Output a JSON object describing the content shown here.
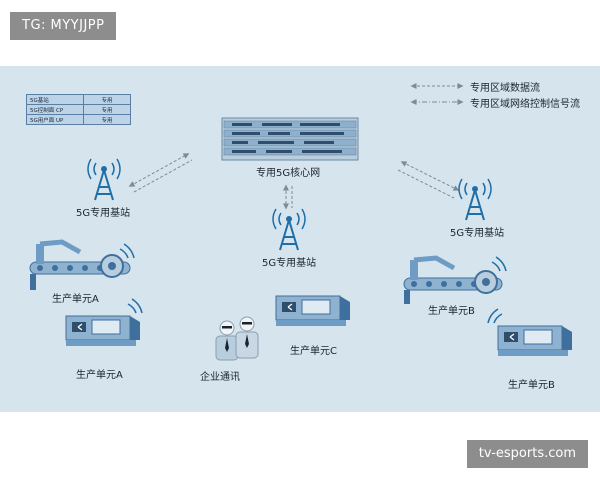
{
  "watermark_top": "TG: MYYJJPP",
  "watermark_bottom": "tv-esports.com",
  "legend": {
    "data_flow": "专用区域数据流",
    "control_flow": "专用区域网络控制信号流"
  },
  "table": [
    {
      "name": "5G基站",
      "value": "专用"
    },
    {
      "name": "5G控制面 CP",
      "value": "专用"
    },
    {
      "name": "5G用户面 UP",
      "value": "专用"
    }
  ],
  "core_network": "专用5G核心网",
  "base_station_left": "5G专用基站",
  "base_station_center": "5G专用基站",
  "base_station_right": "5G专用基站",
  "unit_a_robot": "生产单元A",
  "unit_a_machine": "生产单元A",
  "unit_b_robot": "生产单元B",
  "unit_b_machine": "生产单元B",
  "unit_c": "生产单元C",
  "enterprise_comm": "企业通讯",
  "colors": {
    "panel": "#d6e4ee",
    "equipment": "#6e9cc4",
    "equipment_dark": "#3f6f9c",
    "tower": "#1f6ea8",
    "arrow": "#7f8a94"
  }
}
